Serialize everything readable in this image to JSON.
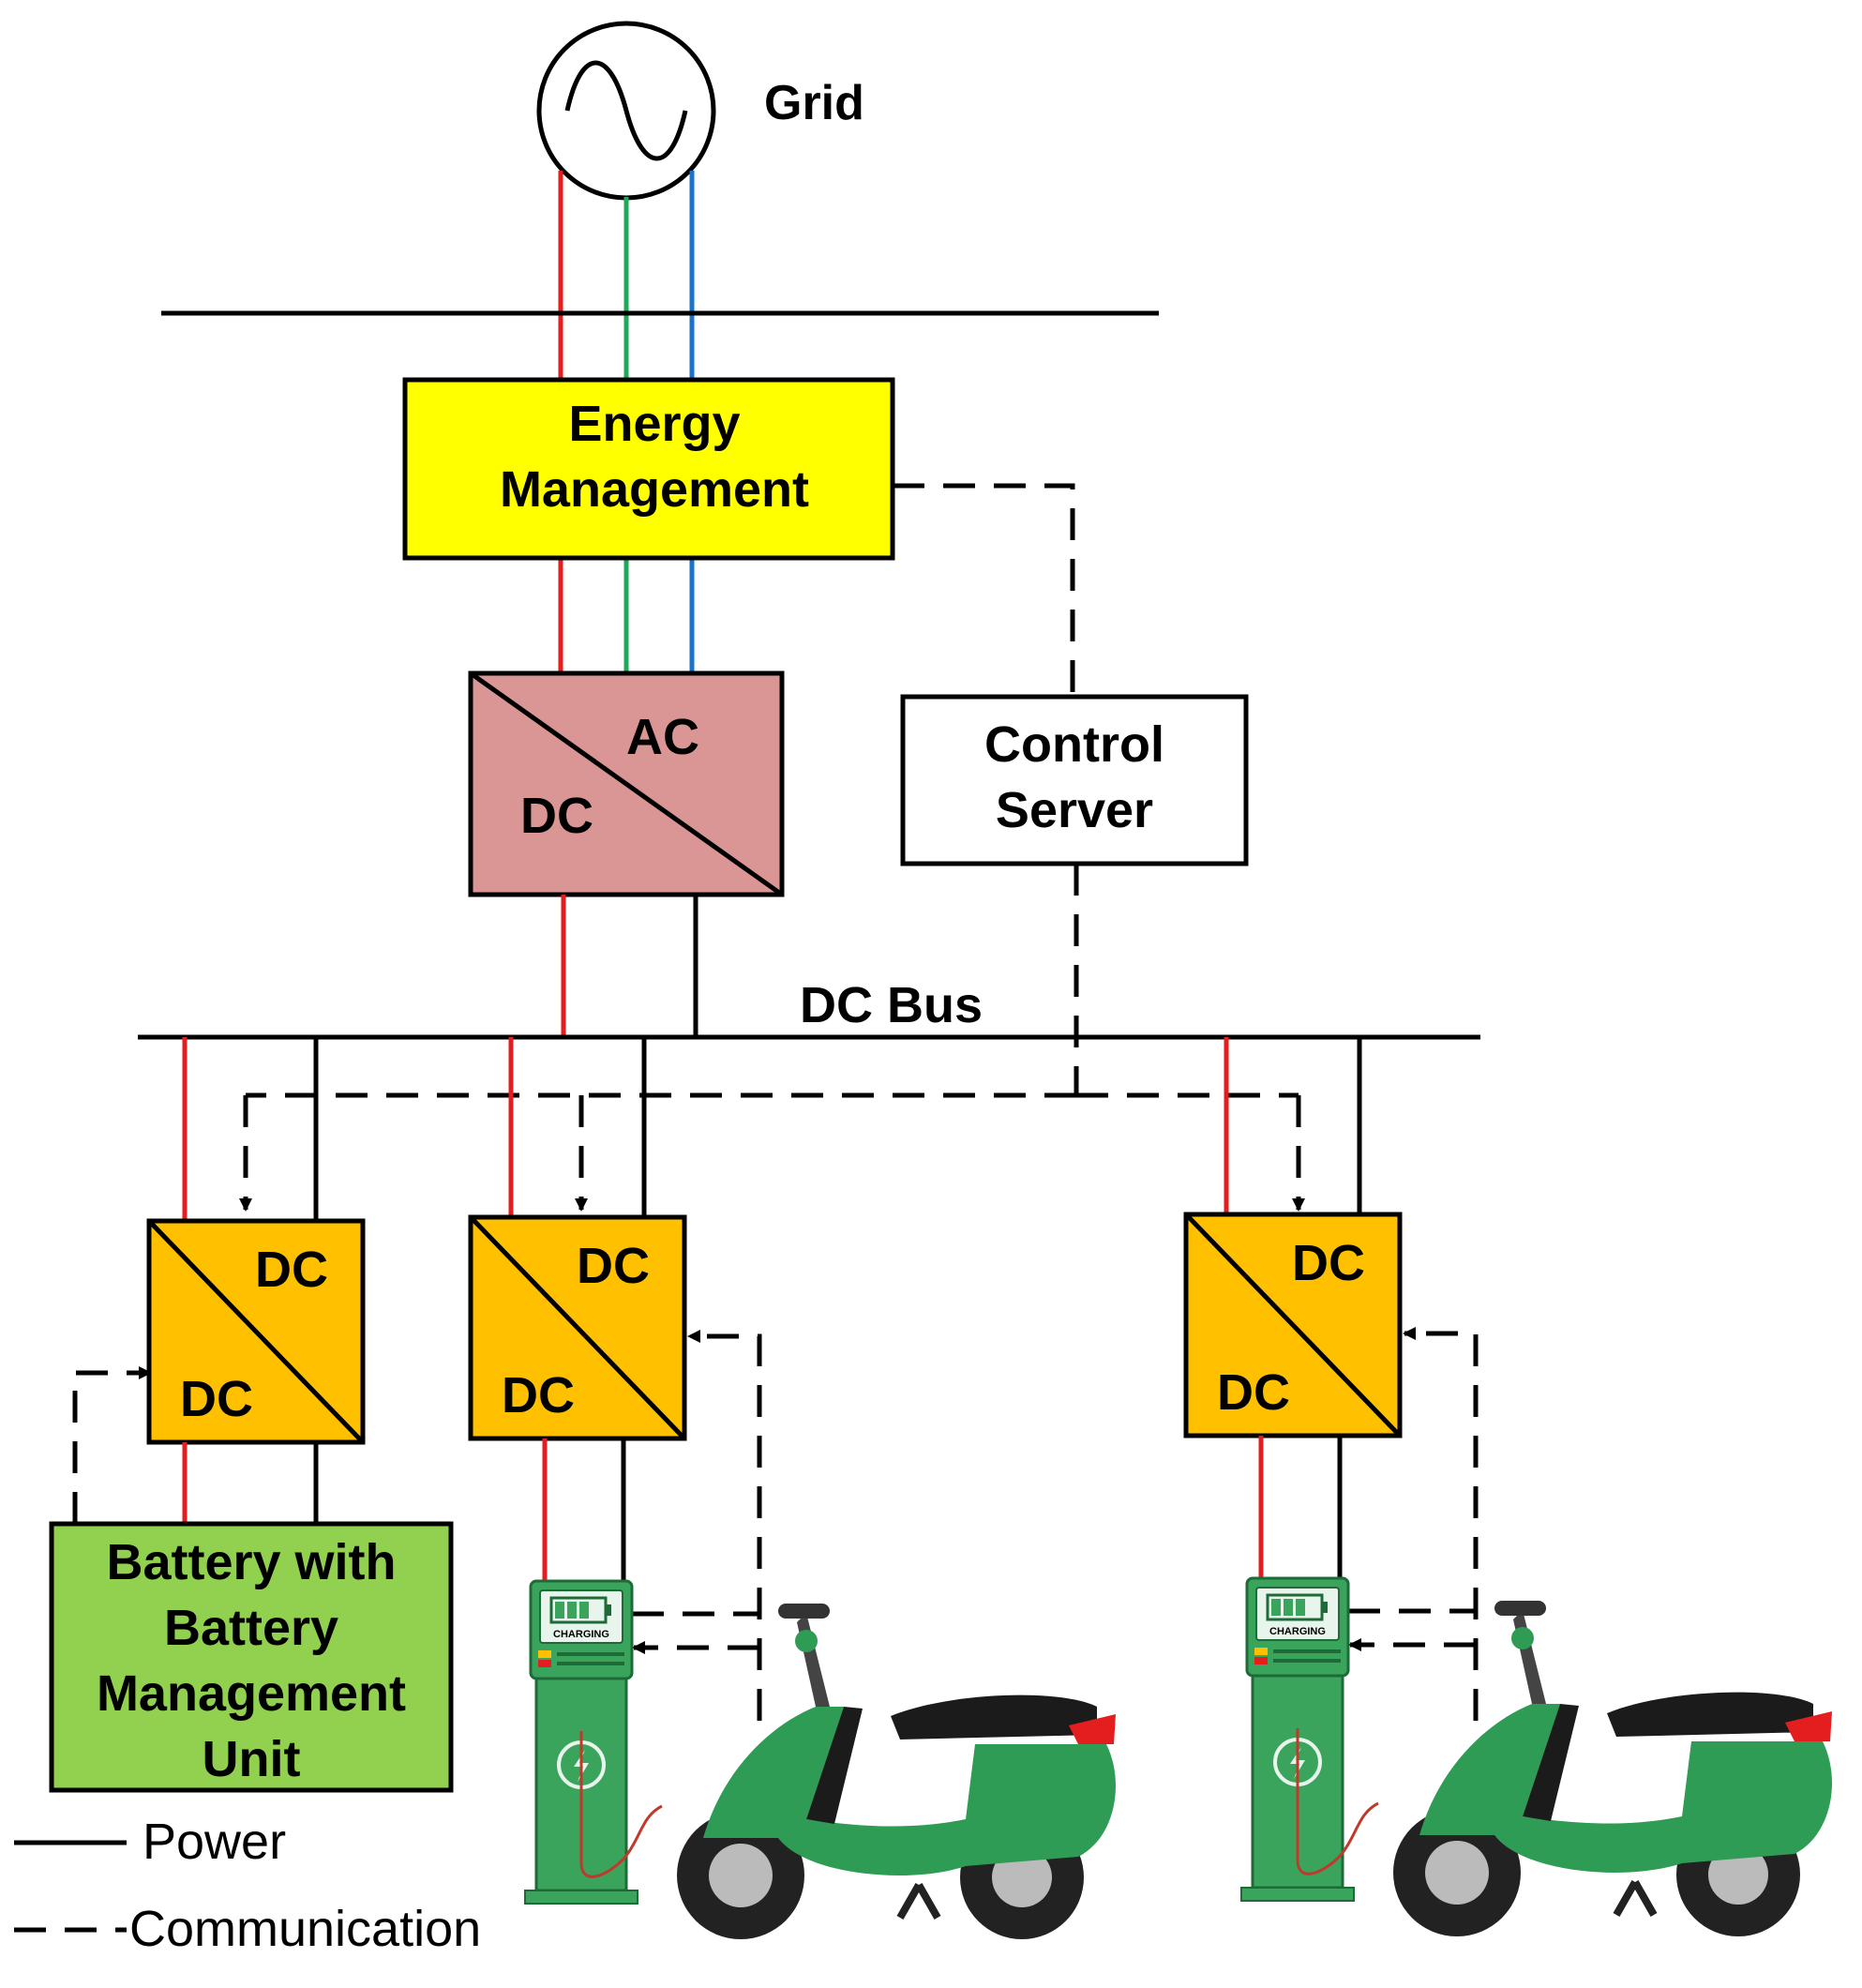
{
  "grid": {
    "label": "Grid"
  },
  "energy_management": {
    "line1": "Energy",
    "line2": "Management"
  },
  "inverter": {
    "ac_label": "AC",
    "dc_label": "DC"
  },
  "control_server": {
    "line1": "Control",
    "line2": "Server"
  },
  "dc_bus": {
    "label": "DC Bus"
  },
  "converters": [
    {
      "top_label": "DC",
      "bottom_label": "DC"
    },
    {
      "top_label": "DC",
      "bottom_label": "DC"
    },
    {
      "top_label": "DC",
      "bottom_label": "DC"
    }
  ],
  "battery": {
    "line1": "Battery with",
    "line2": "Battery",
    "line3": "Management",
    "line4": "Unit"
  },
  "charger": {
    "screen_text": "CHARGING"
  },
  "legend": {
    "power": "Power",
    "communication": "Communication"
  },
  "colors": {
    "phase_red": "#e41e1e",
    "phase_green": "#1fa85a",
    "phase_blue": "#1a73c9",
    "energy_management_fill": "#ffff00",
    "inverter_fill": "#d99694",
    "converter_fill": "#ffc000",
    "battery_fill": "#92d050",
    "scooter_green": "#2e9c54",
    "charger_green": "#3aa35c"
  }
}
